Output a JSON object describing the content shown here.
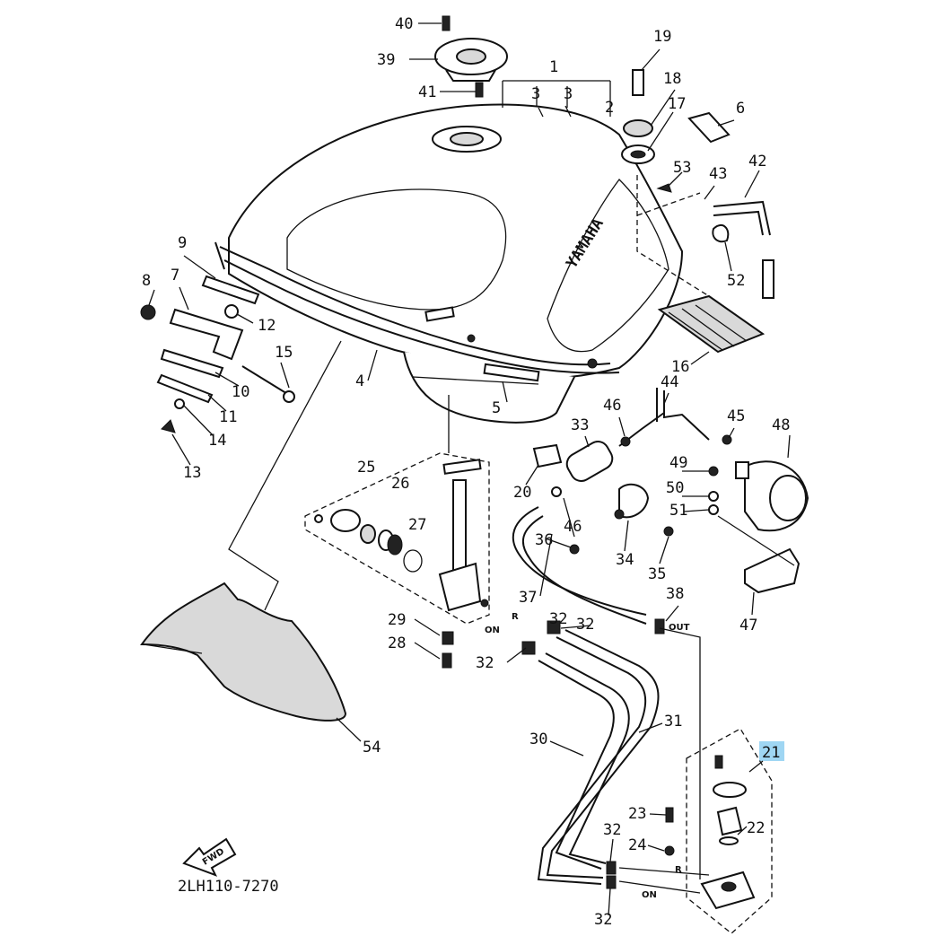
{
  "diagram": {
    "code": "2LH110-7270",
    "fwd": "FWD",
    "brand": "YAMAHA",
    "highlight_color": "#9fd6f3",
    "highlighted_part": "21",
    "small_marks": [
      "R",
      "ON",
      "OUT",
      "R",
      "ON"
    ],
    "labels": [
      "1",
      "2",
      "3",
      "3",
      "4",
      "5",
      "6",
      "7",
      "8",
      "9",
      "10",
      "11",
      "12",
      "13",
      "14",
      "15",
      "16",
      "17",
      "18",
      "19",
      "20",
      "21",
      "22",
      "23",
      "24",
      "25",
      "26",
      "27",
      "28",
      "29",
      "30",
      "31",
      "32",
      "32",
      "32",
      "32",
      "32",
      "33",
      "34",
      "35",
      "36",
      "37",
      "38",
      "39",
      "40",
      "41",
      "42",
      "43",
      "44",
      "45",
      "46",
      "46",
      "47",
      "48",
      "49",
      "50",
      "51",
      "52",
      "53",
      "54"
    ]
  }
}
